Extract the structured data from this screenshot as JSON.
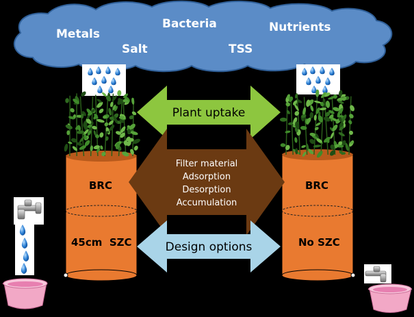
{
  "cloud": {
    "pollutants": [
      "Metals",
      "Bacteria",
      "Nutrients",
      "Salt",
      "TSS"
    ]
  },
  "arrows": {
    "plant_uptake": "Plant uptake",
    "filter": [
      "Filter material",
      "Adsorption",
      "Desorption",
      "Accumulation"
    ],
    "design_options": "Design options"
  },
  "left_column": {
    "top_label": "BRC",
    "bottom_label": "45cm  SZC"
  },
  "right_column": {
    "top_label": "BRC",
    "bottom_label": "No SZC"
  },
  "colors": {
    "cloud": "#5b8cc7",
    "column": "#e97a30",
    "plant_arrow": "#8dc63f",
    "filter_arrow": "#6b3a12",
    "design_arrow": "#a9d4e8",
    "bucket": "#f2a8c6",
    "water": "#2f7fd0"
  }
}
